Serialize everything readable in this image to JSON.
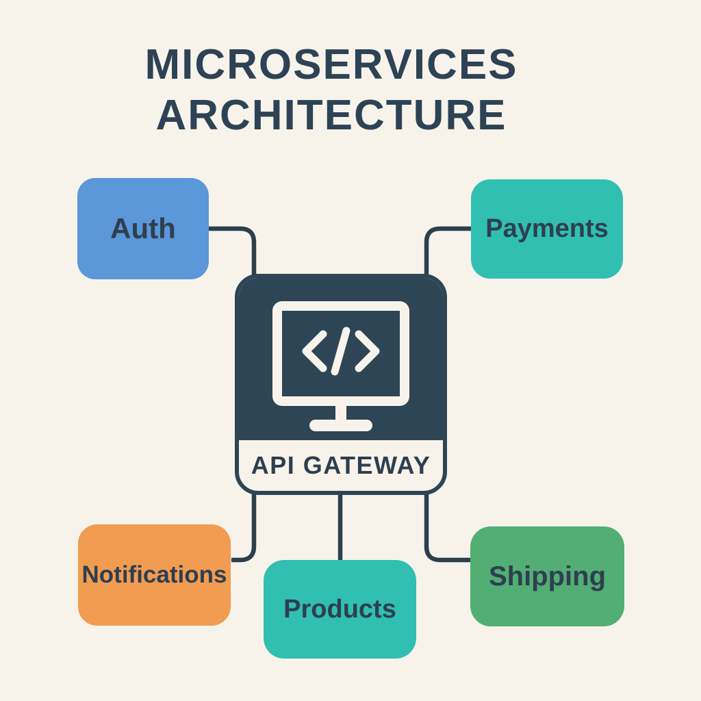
{
  "page": {
    "background_color": "#f7f3eb"
  },
  "title": {
    "line1": "MICROSERVICES",
    "line2": "ARCHITECTURE",
    "color": "#2d4355"
  },
  "gateway": {
    "label": "API GATEWAY",
    "icon": "code-monitor-icon",
    "fill_color": "#2d4554",
    "band_color": "#f7f3eb"
  },
  "services": [
    {
      "id": "auth",
      "label": "Auth",
      "color": "#5b97d9",
      "position": "top-left"
    },
    {
      "id": "payments",
      "label": "Payments",
      "color": "#30bfb1",
      "position": "top-right"
    },
    {
      "id": "notifications",
      "label": "Notifications",
      "color": "#f19c51",
      "position": "bottom-left"
    },
    {
      "id": "products",
      "label": "Products",
      "color": "#30bfb1",
      "position": "bottom-center"
    },
    {
      "id": "shipping",
      "label": "Shipping",
      "color": "#52ae74",
      "position": "bottom-right"
    }
  ],
  "connections": [
    {
      "from": "auth",
      "to": "api-gateway"
    },
    {
      "from": "payments",
      "to": "api-gateway"
    },
    {
      "from": "api-gateway",
      "to": "notifications"
    },
    {
      "from": "api-gateway",
      "to": "products"
    },
    {
      "from": "api-gateway",
      "to": "shipping"
    }
  ],
  "colors": {
    "connector": "#2c3f4d",
    "node_text": "#2e3f4f"
  }
}
